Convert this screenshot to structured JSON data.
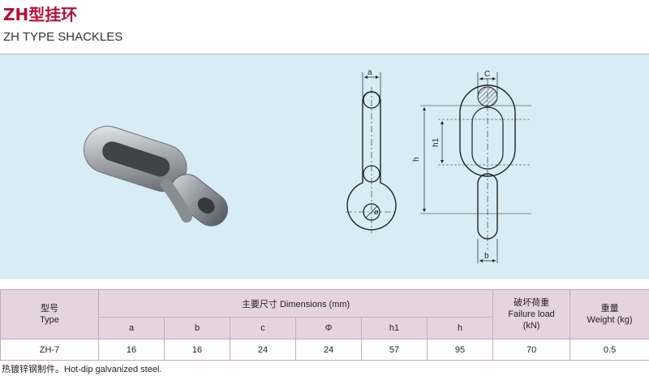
{
  "title": {
    "cn": "ZH型挂环",
    "en": "ZH TYPE SHACKLES"
  },
  "drawing": {
    "labels": {
      "a": "a",
      "c": "C",
      "h": "h",
      "h1": "h1",
      "b": "b",
      "phi": "ø"
    }
  },
  "table": {
    "type_header": {
      "cn": "型号",
      "en": "Type"
    },
    "dimensions_header": "主要尺寸 Dimensions (mm)",
    "dimension_columns": [
      "a",
      "b",
      "c",
      "Φ",
      "h1",
      "h"
    ],
    "failure_header": {
      "cn": "破坏荷重",
      "en": "Failure load",
      "unit": "(kN)"
    },
    "weight_header": {
      "cn": "重量",
      "en": "Weight (kg)"
    },
    "rows": [
      {
        "type": "ZH-7",
        "a": "16",
        "b": "16",
        "c": "24",
        "phi": "24",
        "h1": "57",
        "h": "95",
        "failure": "70",
        "weight": "0.5"
      }
    ]
  },
  "footnote": "热镀锌钢制件。Hot-dip galvanized steel."
}
